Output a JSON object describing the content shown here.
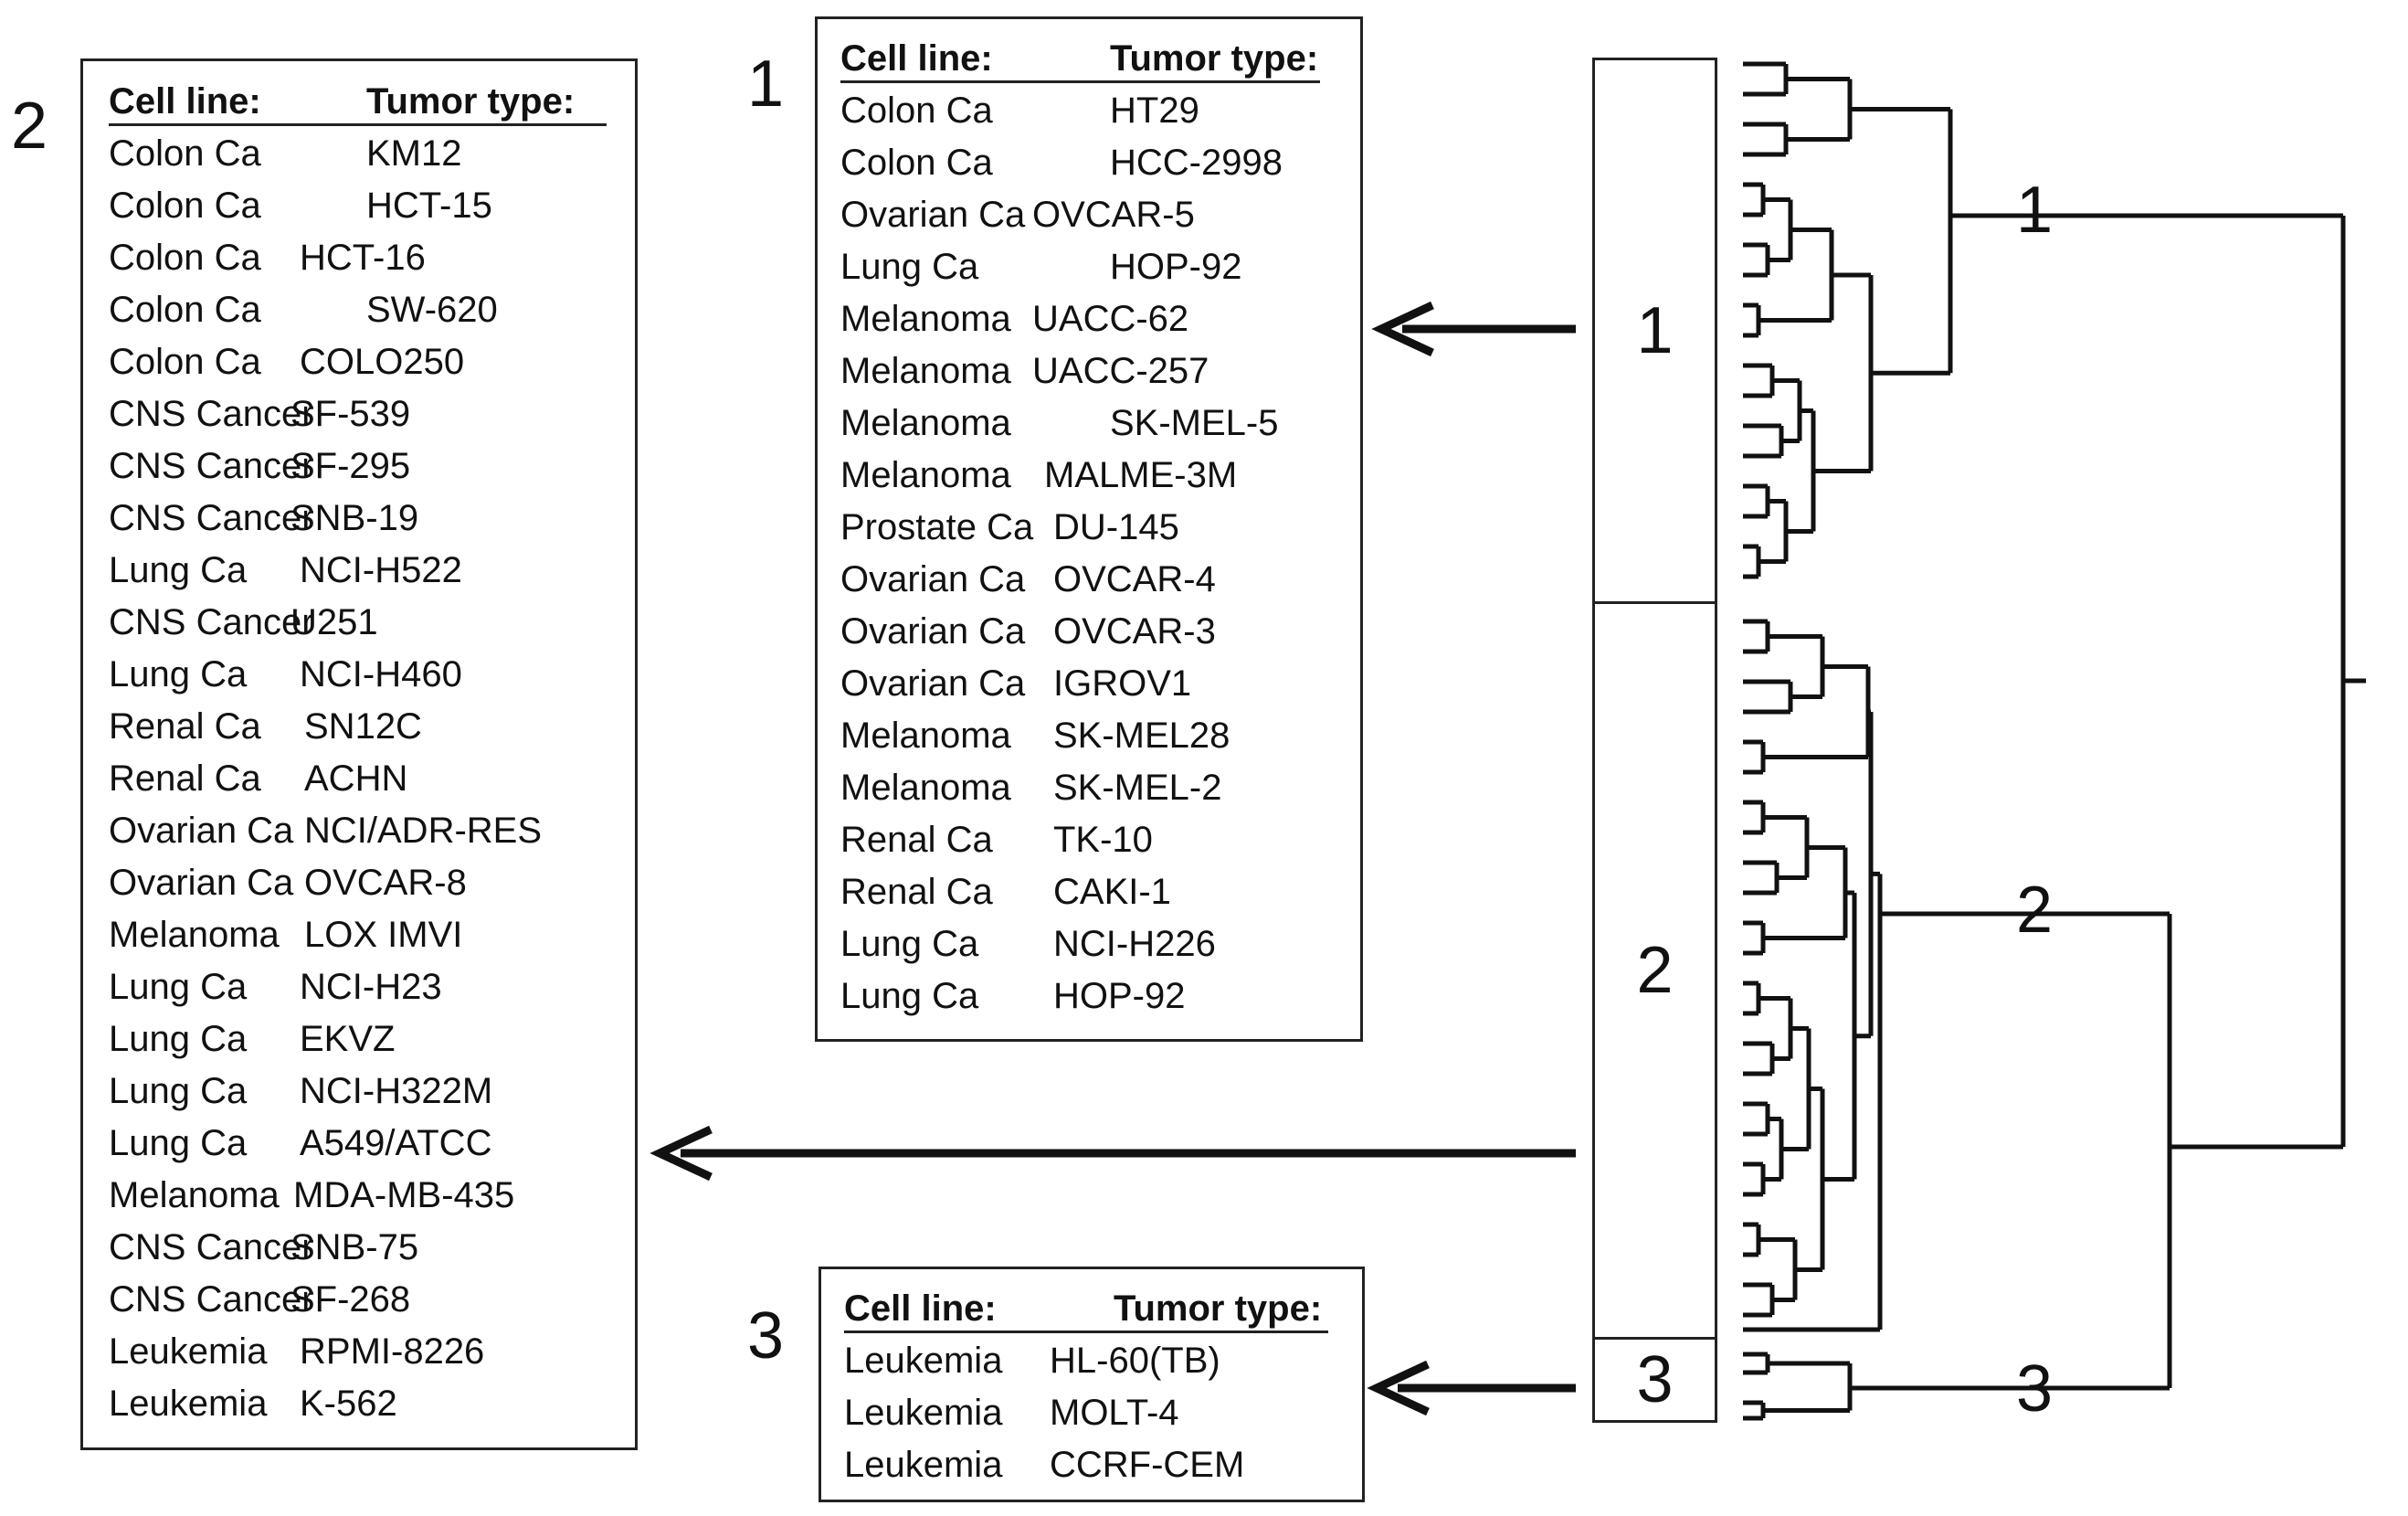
{
  "clusters": {
    "one": {
      "number": "1",
      "header": {
        "col1": "Cell line:",
        "col2": "Tumor type:"
      },
      "rows": [
        [
          "Colon Ca",
          "HT29"
        ],
        [
          "Colon Ca",
          "HCC-2998"
        ],
        [
          "Ovarian Ca",
          "OVCAR-5"
        ],
        [
          "Lung Ca",
          "HOP-92"
        ],
        [
          "Melanoma",
          "UACC-62"
        ],
        [
          "Melanoma",
          "UACC-257"
        ],
        [
          "Melanoma",
          "SK-MEL-5"
        ],
        [
          "Melanoma",
          "MALME-3M"
        ],
        [
          "Prostate Ca",
          "DU-145"
        ],
        [
          "Ovarian Ca",
          "OVCAR-4"
        ],
        [
          "Ovarian Ca",
          "OVCAR-3"
        ],
        [
          "Ovarian Ca",
          "IGROV1"
        ],
        [
          "Melanoma",
          "SK-MEL28"
        ],
        [
          "Melanoma",
          "SK-MEL-2"
        ],
        [
          "Renal Ca",
          "TK-10"
        ],
        [
          "Renal Ca",
          "CAKI-1"
        ],
        [
          "Lung Ca",
          "NCI-H226"
        ],
        [
          "Lung Ca",
          "HOP-92"
        ]
      ]
    },
    "two": {
      "number": "2",
      "header": {
        "col1": "Cell line:",
        "col2": "Tumor type:"
      },
      "rows": [
        [
          "Colon Ca",
          "KM12"
        ],
        [
          "Colon Ca",
          "HCT-15"
        ],
        [
          "Colon Ca",
          "HCT-16"
        ],
        [
          "Colon Ca",
          "SW-620"
        ],
        [
          "Colon Ca",
          "COLO250"
        ],
        [
          "CNS Cancer",
          "SF-539"
        ],
        [
          "CNS Cancer",
          "SF-295"
        ],
        [
          "CNS Cancer",
          "SNB-19"
        ],
        [
          "Lung Ca",
          "NCI-H522"
        ],
        [
          "CNS Cancer",
          "U251"
        ],
        [
          "Lung Ca",
          "NCI-H460"
        ],
        [
          "Renal Ca",
          "SN12C"
        ],
        [
          "Renal Ca",
          "ACHN"
        ],
        [
          "Ovarian Ca",
          "NCI/ADR-RES"
        ],
        [
          "Ovarian Ca",
          "OVCAR-8"
        ],
        [
          "Melanoma",
          "LOX IMVI"
        ],
        [
          "Lung Ca",
          "NCI-H23"
        ],
        [
          "Lung Ca",
          "EKVZ"
        ],
        [
          "Lung Ca",
          "NCI-H322M"
        ],
        [
          "Lung Ca",
          "A549/ATCC"
        ],
        [
          "Melanoma",
          "MDA-MB-435"
        ],
        [
          "CNS Cancer",
          "SNB-75"
        ],
        [
          "CNS Cancer",
          "SF-268"
        ],
        [
          "Leukemia",
          "RPMI-8226"
        ],
        [
          "Leukemia",
          "K-562"
        ]
      ]
    },
    "three": {
      "number": "3",
      "header": {
        "col1": "Cell line:",
        "col2": "Tumor type:"
      },
      "rows": [
        [
          "Leukemia",
          "HL-60(TB)"
        ],
        [
          "Leukemia",
          "MOLT-4"
        ],
        [
          "Leukemia",
          "CCRF-CEM"
        ]
      ]
    }
  },
  "segments": {
    "one": "1",
    "two": "2",
    "three": "3"
  },
  "dendrogram_labels": {
    "one": "1",
    "two": "2",
    "three": "3"
  }
}
